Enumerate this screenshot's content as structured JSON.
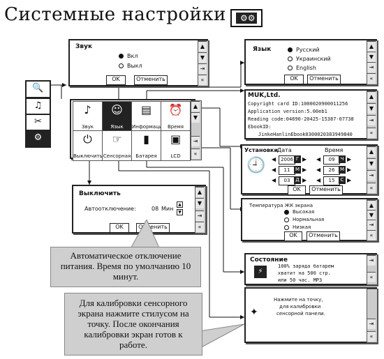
{
  "title": "Системные настройки",
  "title_icon": "gears-icon",
  "sound": {
    "header": "Звук",
    "options": [
      "Вкл",
      "Выкл"
    ],
    "selected": 0,
    "ok": "OK",
    "cancel": "Отменить"
  },
  "language": {
    "header": "Язык",
    "options": [
      "Русский",
      "Украинский",
      "English"
    ],
    "selected": 0,
    "ok": "OK",
    "cancel": "Отменить"
  },
  "info": {
    "header": "MUK,Ltd.",
    "lines": [
      "Copyright card ID:1000020900011256",
      "Application version:5.00eb1",
      "Reading code:04690-20425-15387-07738",
      "EbookID:",
      "JinkeHanlinEbook0300020383949840"
    ]
  },
  "datetime": {
    "header": "Установки",
    "date_label": "Дата",
    "time_label": "Время",
    "date_values": [
      "2006",
      "11",
      "03"
    ],
    "date_units": [
      "Г",
      "М",
      "Д"
    ],
    "time_values": [
      "09",
      "26",
      "15"
    ],
    "time_units": [
      "Ч",
      "М",
      "С"
    ],
    "ok": "OK",
    "cancel": "Отменить"
  },
  "poweroff": {
    "header": "Выключить",
    "label": "Автоотключение:",
    "value": "08",
    "unit": "Мин",
    "ok": "OK",
    "cancel": "Отменить"
  },
  "lcd": {
    "header": "Температура ЖК экрана",
    "options": [
      "Высокая",
      "Нормальная",
      "Низкая"
    ],
    "selected": 0,
    "ok": "OK",
    "cancel": "Отменить"
  },
  "battery": {
    "header": "Состояние",
    "lines": [
      "100% заряда батарем",
      "хватит на 500 стр.",
      "или 50 час. MP3"
    ]
  },
  "calibration": {
    "lines": [
      "Нажмите на точку,",
      "для калибровки",
      "сенсорной панели."
    ]
  },
  "main_menu": [
    {
      "label": "Звук",
      "glyph": "♪"
    },
    {
      "label": "Язык",
      "glyph": "☺"
    },
    {
      "label": "Информация",
      "glyph": "▤"
    },
    {
      "label": "Время",
      "glyph": "⏰"
    },
    {
      "label": "Выключить",
      "glyph": "⏻"
    },
    {
      "label": "Сенсорная",
      "glyph": "☞"
    },
    {
      "label": "Батарея",
      "glyph": "▮"
    },
    {
      "label": "LCD",
      "glyph": "▣"
    }
  ],
  "left_icons": [
    "search-icon",
    "music-icon",
    "tools-icon",
    "gears-icon"
  ],
  "callouts": {
    "poweroff": "Автоматическое отключение питания. Время по умолчанию 10 минут.",
    "calibration": "Для калибровки сенсорного экрана нажмите стилусом на точку. После окончания калибровки экран готов к работе."
  }
}
